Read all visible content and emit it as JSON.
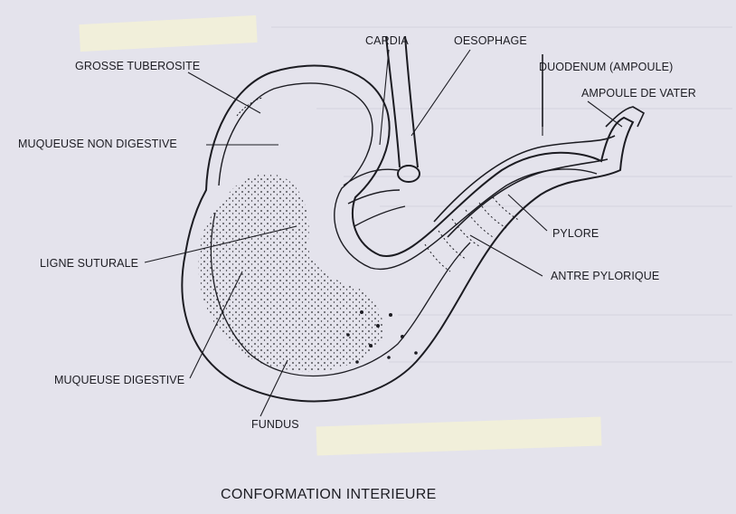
{
  "labels": {
    "grosse_tuberosite": "GROSSE TUBEROSITE",
    "muqueuse_non_digestive": "MUQUEUSE NON DIGESTIVE",
    "ligne_suturale": "LIGNE SUTURALE",
    "muqueuse_digestive": "MUQUEUSE DIGESTIVE",
    "fundus": "FUNDUS",
    "cardia": "CARDIA",
    "oesophage": "OESOPHAGE",
    "duodenum": "DUODENUM (AMPOULE)",
    "ampoule_vater": "AMPOULE DE VATER",
    "pylore": "PYLORE",
    "antre_pylorique": "ANTRE PYLORIQUE"
  },
  "caption": "CONFORMATION INTERIEURE",
  "colors": {
    "background": "#e4e3ec",
    "ink": "#1c1c22",
    "tape": "#f2f0d8"
  }
}
